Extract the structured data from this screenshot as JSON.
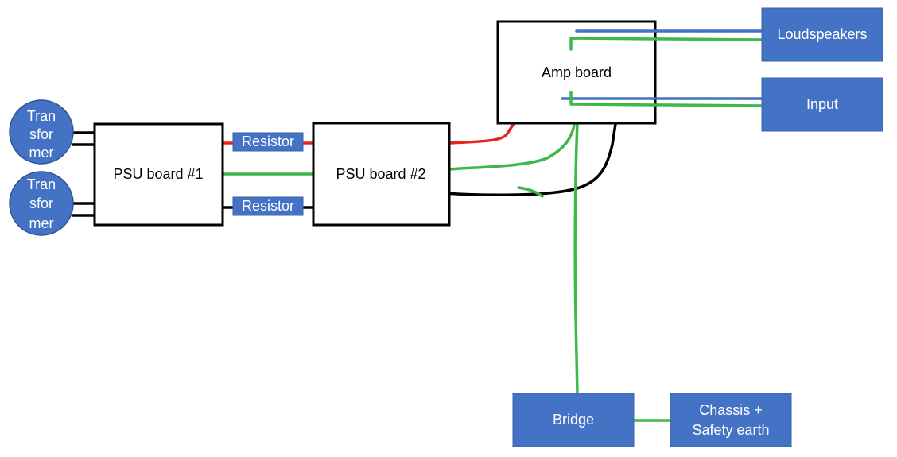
{
  "colors": {
    "node_fill": "#4472c4",
    "wire_red": "#e8231f",
    "wire_green": "#3db84a",
    "wire_black": "#000000",
    "wire_blue": "#4472c4"
  },
  "nodes": {
    "transformer_1": {
      "line1": "Tran",
      "line2": "sfor",
      "line3": "mer"
    },
    "transformer_2": {
      "line1": "Tran",
      "line2": "sfor",
      "line3": "mer"
    },
    "psu_board_1": "PSU board #1",
    "psu_board_2": "PSU board #2",
    "resistor_top": "Resistor",
    "resistor_bottom": "Resistor",
    "amp_board": "Amp board",
    "loudspeakers": "Loudspeakers",
    "input": "Input",
    "bridge": "Bridge",
    "chassis": {
      "line1": "Chassis +",
      "line2": "Safety earth"
    }
  }
}
